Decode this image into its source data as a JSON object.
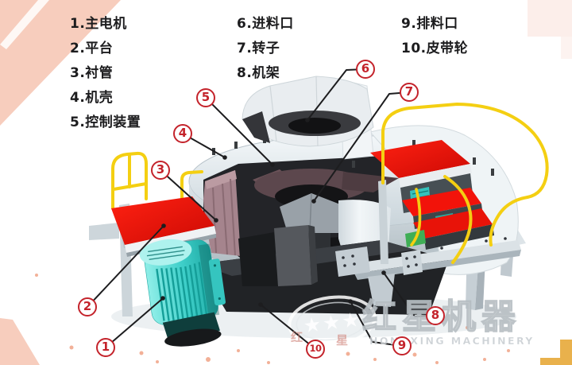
{
  "legend": {
    "col1": [
      "1.主电机",
      "2.平台",
      "3.衬管",
      "4.机壳",
      "5.控制装置"
    ],
    "col2": [
      "6.进料口",
      "7.转子",
      "8.机架"
    ],
    "col3": [
      "9.排料口",
      "10.皮带轮"
    ]
  },
  "callouts": [
    "1",
    "2",
    "3",
    "4",
    "5",
    "6",
    "7",
    "8",
    "9",
    "10"
  ],
  "watermark": {
    "stars": "★★★",
    "brand_cn": "红星机器",
    "brand_en": "HONGXING MACHINERY",
    "small_cn_left": "红",
    "small_cn_right": "星"
  },
  "colors": {
    "callout_red": "#c4232b",
    "platform_red": "#ee1409",
    "railing_yellow": "#f4cf12",
    "motor_cyan": "#3ecfc9",
    "liner_mauve": "#a5848d",
    "shell_grey": "#e8eef2",
    "corner_salmon": "#f7cdbd",
    "corner_gold": "#e9b14c"
  }
}
